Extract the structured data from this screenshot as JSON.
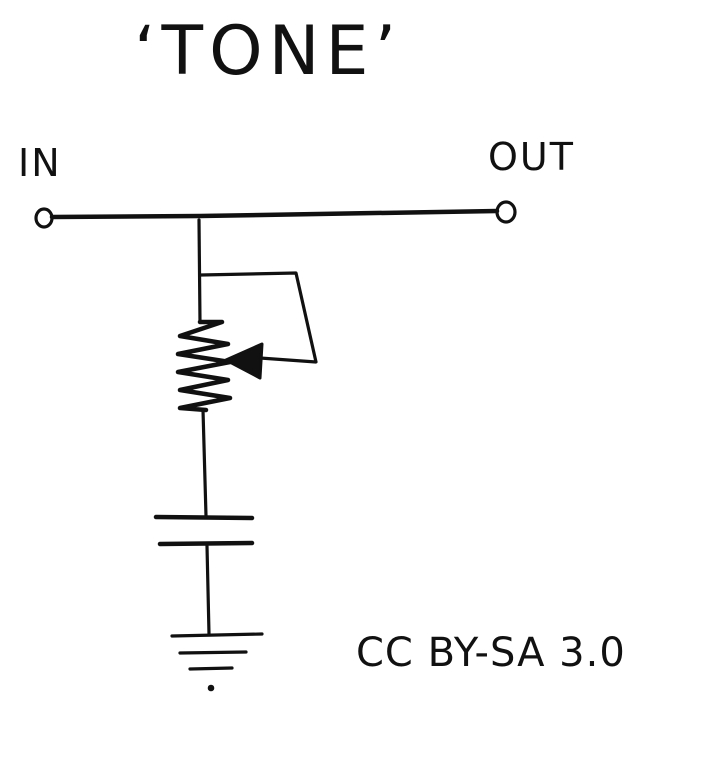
{
  "diagram": {
    "title": "‘TONE’",
    "input_label": "IN",
    "output_label": "OUT",
    "license": "CC BY-SA 3.0",
    "colors": {
      "ink": "#111111",
      "paper": "#ffffff"
    }
  }
}
